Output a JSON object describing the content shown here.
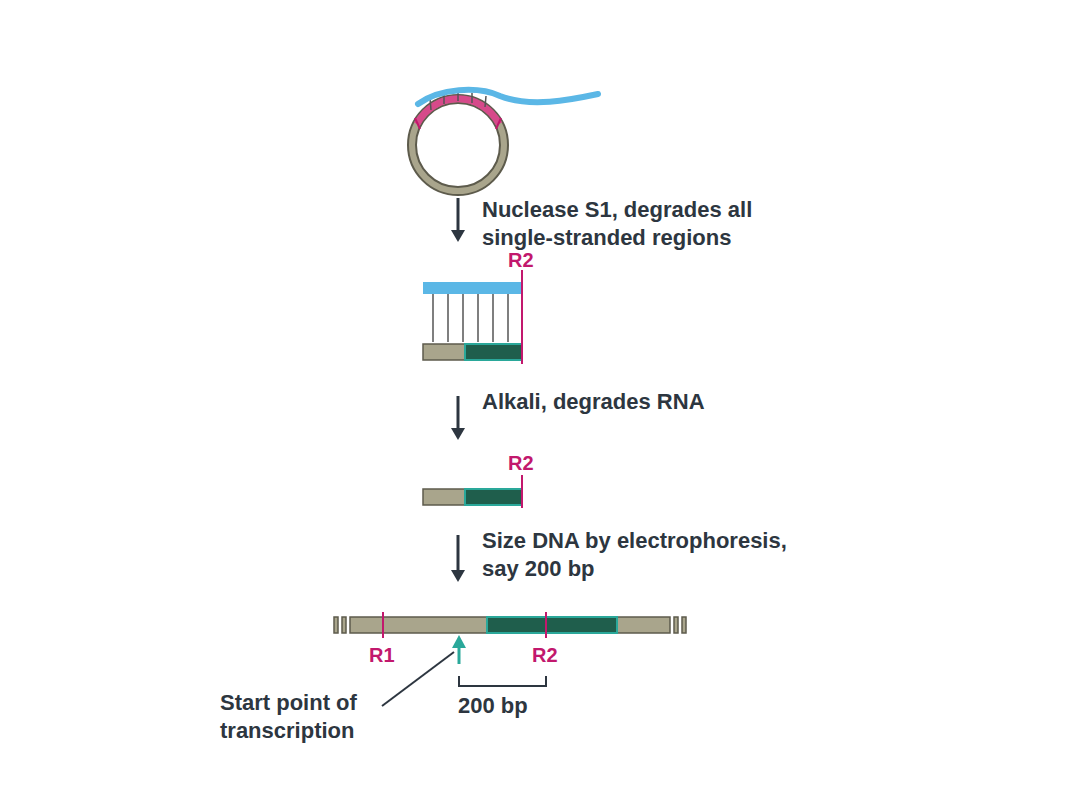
{
  "diagram": {
    "labels": [
      "Nuclease S1, degrades all single-stranded regions",
      "R2",
      "Alkali, degrades RNA",
      "R2",
      "Size DNA by electrophoresis, say 200 bp",
      "R1",
      "R2",
      "Start point of transcription",
      "200 bp"
    ]
  }
}
